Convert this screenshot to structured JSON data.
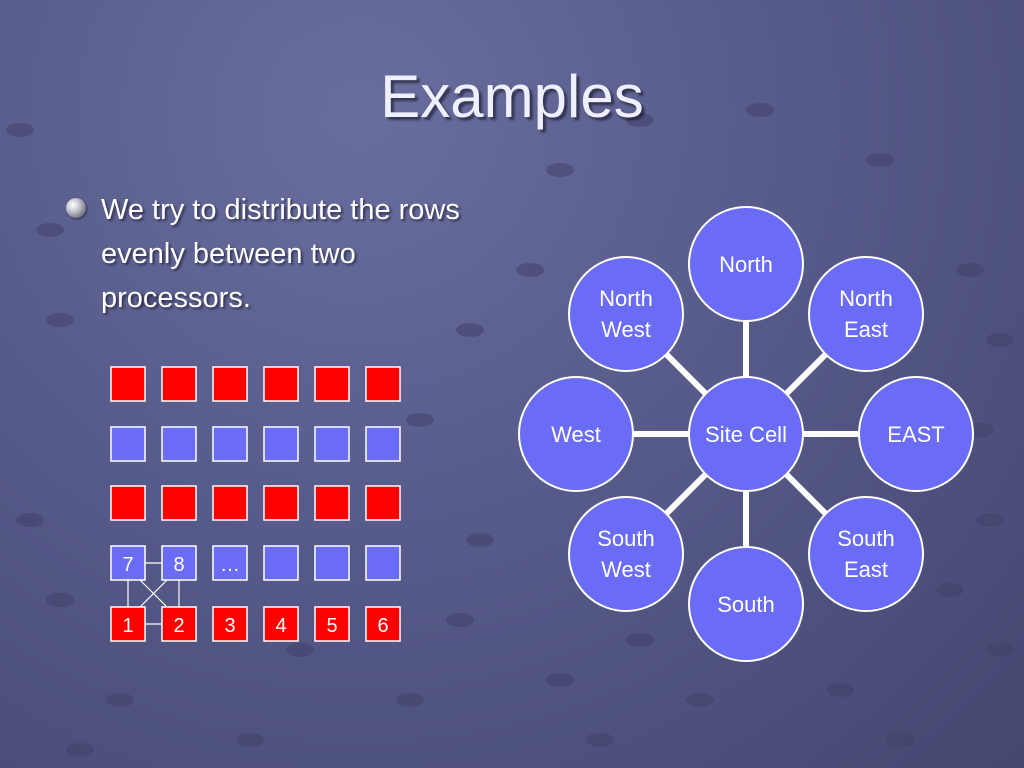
{
  "slide": {
    "title": "Examples",
    "bullet_text": "We try to distribute the rows evenly between two processors."
  },
  "colors": {
    "red_cell": "#ff0000",
    "blue_cell": "#6a6cf6",
    "node_fill": "#6a6cf6",
    "connector": "#ffffff"
  },
  "grid": {
    "row_colors": [
      "red",
      "blue",
      "red",
      "blue",
      "red"
    ],
    "row4_labels": [
      "7",
      "8",
      "…",
      "",
      "",
      ""
    ],
    "row5_labels": [
      "1",
      "2",
      "3",
      "4",
      "5",
      "6"
    ]
  },
  "stencil": {
    "center": "Site Cell",
    "neighbors": {
      "north": [
        "North"
      ],
      "north_east": [
        "North",
        "East"
      ],
      "east": [
        "EAST"
      ],
      "south_east": [
        "South",
        "East"
      ],
      "south": [
        "South"
      ],
      "south_west": [
        "South",
        "West"
      ],
      "west": [
        "West"
      ],
      "north_west": [
        "North",
        "West"
      ]
    }
  }
}
